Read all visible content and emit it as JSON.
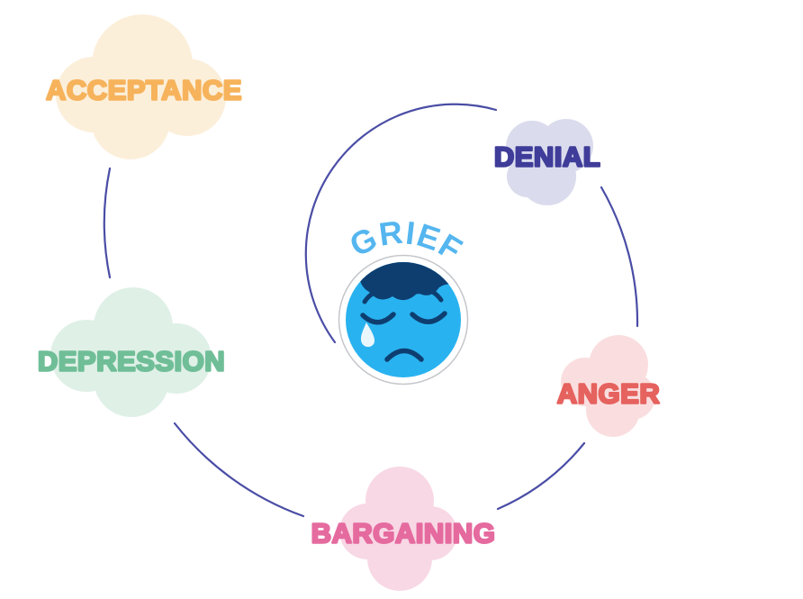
{
  "diagram": {
    "title": "GRIEF",
    "title_color": "#55B6EF",
    "arc_color": "#4A4DA5",
    "background_color": "#FFFFFF",
    "face": {
      "name": "sad-crying-face",
      "skin_color": "#29B2F0",
      "features_color": "#0E3E70",
      "tear_color": "#E9F7FD",
      "ring_color": "#C4C6CA"
    }
  },
  "stages": [
    {
      "label": "DENIAL",
      "text_color": "#3F3D99",
      "cloud_color": "#DADCED"
    },
    {
      "label": "ANGER",
      "text_color": "#E5625E",
      "cloud_color": "#FADEDF"
    },
    {
      "label": "BARGAINING",
      "text_color": "#E56B9F",
      "cloud_color": "#F8D8E5"
    },
    {
      "label": "DEPRESSION",
      "text_color": "#6FBE97",
      "cloud_color": "#DFF0E7"
    },
    {
      "label": "ACCEPTANCE",
      "text_color": "#F6B35C",
      "cloud_color": "#FCEFDA"
    }
  ]
}
